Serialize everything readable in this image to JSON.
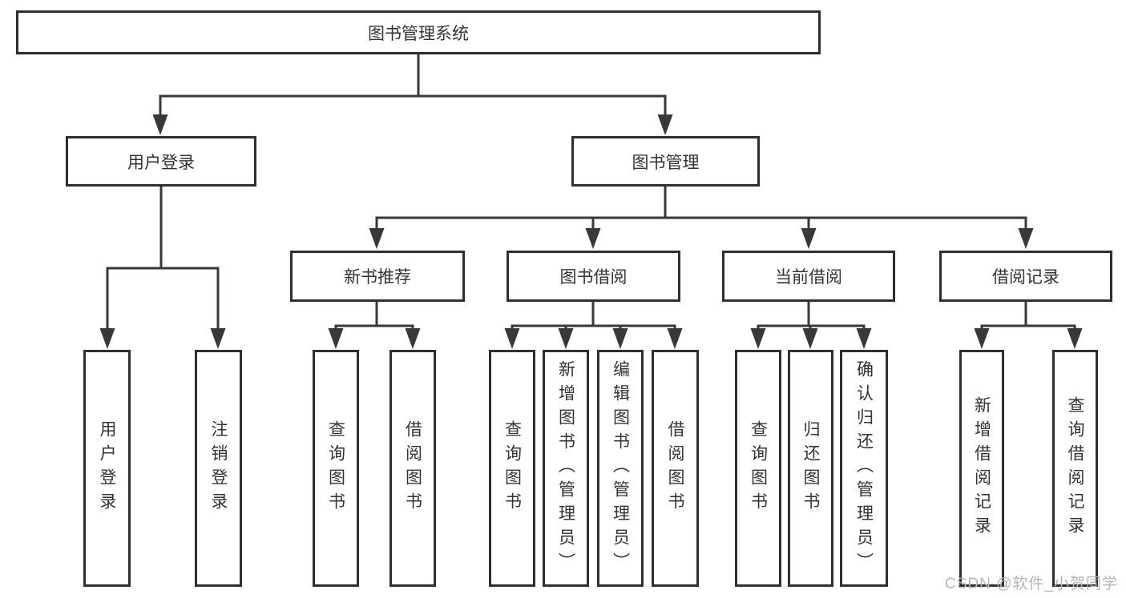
{
  "colors": {
    "line": "#383838",
    "box_border": "#2f2f2f",
    "text": "#333333",
    "watermark": "#b5b5b5",
    "background": "#ffffff"
  },
  "watermark": {
    "text": "CSDN @软件_小贺同学"
  },
  "tree": {
    "root": {
      "label": "图书管理系统"
    },
    "branches": [
      {
        "label": "用户登录",
        "leaves": [
          {
            "label": "用户登录"
          },
          {
            "label": "注销登录"
          }
        ]
      },
      {
        "label": "图书管理",
        "children": [
          {
            "label": "新书推荐",
            "leaves": [
              {
                "label": "查询图书"
              },
              {
                "label": "借阅图书"
              }
            ]
          },
          {
            "label": "图书借阅",
            "leaves": [
              {
                "label": "查询图书"
              },
              {
                "label": "新增图书（管理员）"
              },
              {
                "label": "编辑图书（管理员）"
              },
              {
                "label": "借阅图书"
              }
            ]
          },
          {
            "label": "当前借阅",
            "leaves": [
              {
                "label": "查询图书"
              },
              {
                "label": "归还图书"
              },
              {
                "label": "确认归还（管理员）"
              }
            ]
          },
          {
            "label": "借阅记录",
            "leaves": [
              {
                "label": "新增借阅记录"
              },
              {
                "label": "查询借阅记录"
              }
            ]
          }
        ]
      }
    ]
  }
}
